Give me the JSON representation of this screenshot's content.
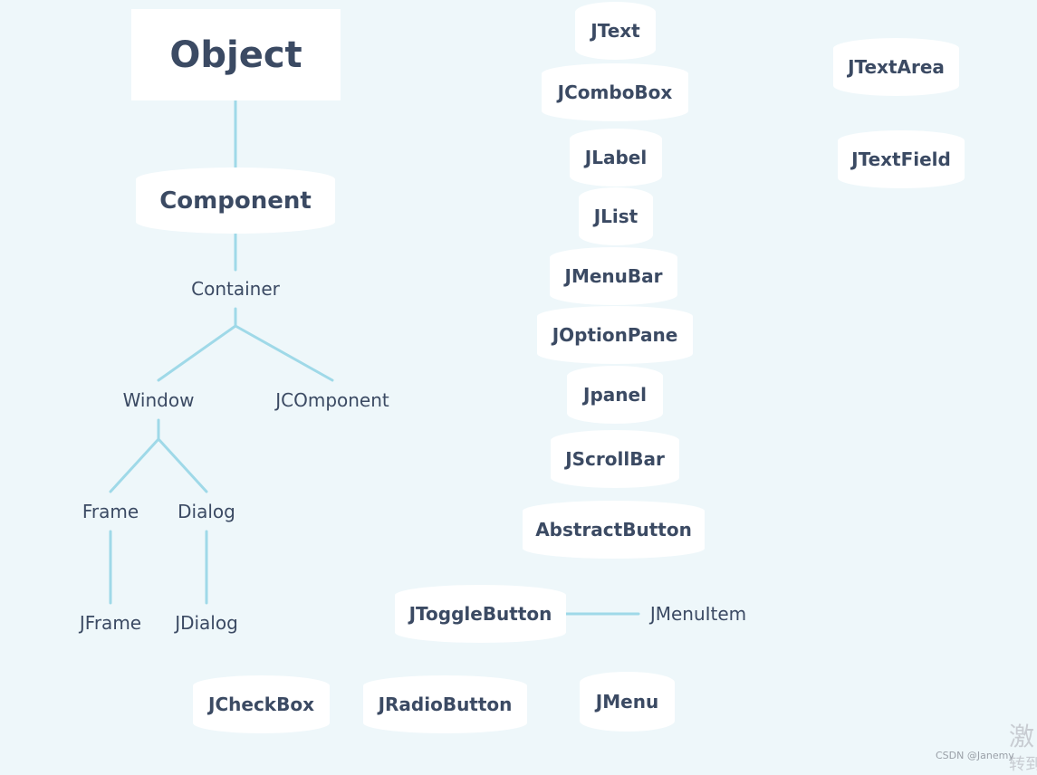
{
  "diagram": {
    "root": "Object",
    "component": "Component",
    "container": "Container",
    "window": "Window",
    "jcomponent": "JCOmponent",
    "frame": "Frame",
    "dialog": "Dialog",
    "jframe": "JFrame",
    "jdialog": "JDialog",
    "swing_column": [
      "JText",
      "JComboBox",
      "JLabel",
      "JList",
      "JMenuBar",
      "JOptionPane",
      "Jpanel",
      "JScrollBar",
      "AbstractButton"
    ],
    "jtextarea": "JTextArea",
    "jtextfield": "JTextField",
    "jtogglebutton": "JToggleButton",
    "jmenuitem": "JMenuItem",
    "jcheckbox": "JCheckBox",
    "jradiobutton": "JRadioButton",
    "jmenu": "JMenu"
  },
  "watermark": {
    "chinese": "激",
    "chinese2": "转到",
    "csdn": "CSDN @Janemy"
  },
  "colors": {
    "background": "#eef7fa",
    "node_fill": "#ffffff",
    "text": "#3b4a63",
    "connector": "#9fd9e8"
  }
}
